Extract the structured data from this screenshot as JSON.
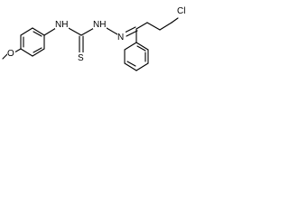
{
  "structure": {
    "atoms": {
      "cl": "Cl",
      "methoxy_o": "O",
      "thioamide_nh": "NH",
      "hydrazine_nh": "NH",
      "imine_n": "N",
      "thione_s": "S"
    }
  }
}
